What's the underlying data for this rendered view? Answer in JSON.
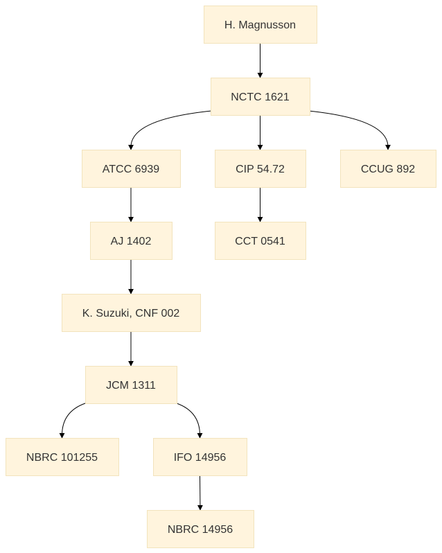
{
  "diagram": {
    "type": "flowchart",
    "nodes": [
      {
        "id": "magnusson",
        "label": "H. Magnusson"
      },
      {
        "id": "nctc1621",
        "label": "NCTC 1621"
      },
      {
        "id": "atcc6939",
        "label": "ATCC 6939"
      },
      {
        "id": "cip5472",
        "label": "CIP 54.72"
      },
      {
        "id": "ccug892",
        "label": "CCUG 892"
      },
      {
        "id": "aj1402",
        "label": "AJ 1402"
      },
      {
        "id": "cct0541",
        "label": "CCT 0541"
      },
      {
        "id": "suzuki",
        "label": "K. Suzuki, CNF 002"
      },
      {
        "id": "jcm1311",
        "label": "JCM 1311"
      },
      {
        "id": "nbrc101255",
        "label": "NBRC 101255"
      },
      {
        "id": "ifo14956",
        "label": "IFO 14956"
      },
      {
        "id": "nbrc14956",
        "label": "NBRC 14956"
      }
    ],
    "edges": [
      {
        "from": "magnusson",
        "to": "nctc1621"
      },
      {
        "from": "nctc1621",
        "to": "atcc6939"
      },
      {
        "from": "nctc1621",
        "to": "cip5472"
      },
      {
        "from": "nctc1621",
        "to": "ccug892"
      },
      {
        "from": "atcc6939",
        "to": "aj1402"
      },
      {
        "from": "cip5472",
        "to": "cct0541"
      },
      {
        "from": "aj1402",
        "to": "suzuki"
      },
      {
        "from": "suzuki",
        "to": "jcm1311"
      },
      {
        "from": "jcm1311",
        "to": "nbrc101255"
      },
      {
        "from": "jcm1311",
        "to": "ifo14956"
      },
      {
        "from": "ifo14956",
        "to": "nbrc14956"
      }
    ],
    "colors": {
      "node_fill": "#fff4dd",
      "node_border": "#f2e3bc",
      "edge": "#000000",
      "text": "#333333"
    }
  }
}
